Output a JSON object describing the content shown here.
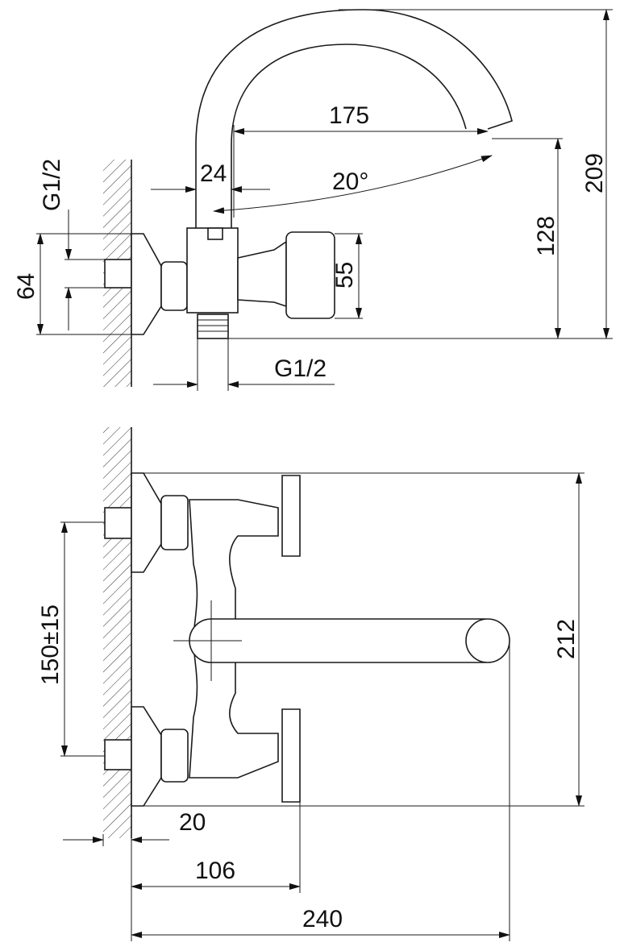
{
  "top_view": {
    "thread_left": "G1/2",
    "height_64": "64",
    "width_24": "24",
    "reach_175": "175",
    "angle": "20°",
    "handle_55": "55",
    "height_128": "128",
    "height_209": "209",
    "thread_bottom": "G1/2"
  },
  "front_view": {
    "center_distance": "150±15",
    "height_212": "212",
    "depth_20": "20",
    "depth_106": "106",
    "depth_240": "240"
  }
}
